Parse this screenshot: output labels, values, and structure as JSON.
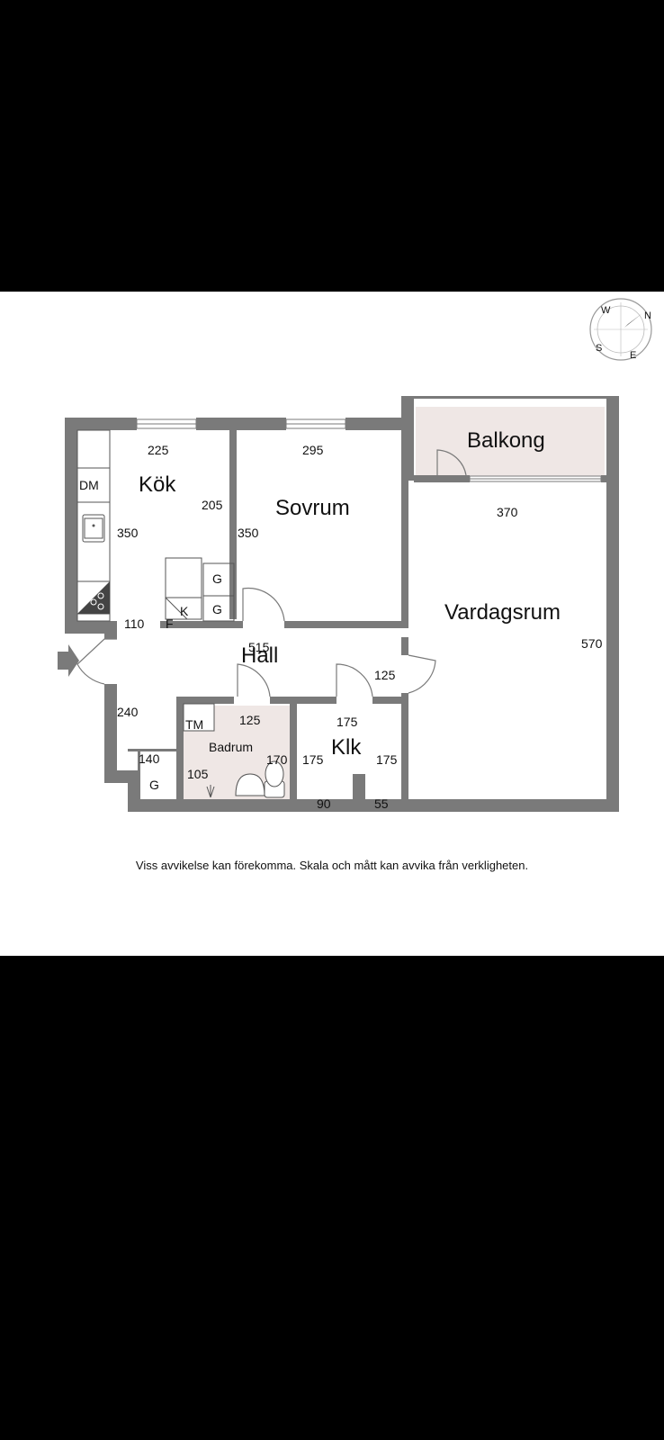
{
  "rooms": {
    "balkong": "Balkong",
    "kok": "Kök",
    "sovrum": "Sovrum",
    "vardagsrum": "Vardagsrum",
    "hall": "Hall",
    "badrum": "Badrum",
    "klk": "Klk"
  },
  "dimensions": {
    "kok_width": "225",
    "kok_depth": "350",
    "kok_side": "205",
    "kok_bottom": "110",
    "sovrum_width": "295",
    "sovrum_depth": "350",
    "vardagsrum_width": "370",
    "vardagsrum_depth": "570",
    "hall_width": "515",
    "hall_right": "125",
    "hall_left": "240",
    "wc_width": "140",
    "badrum_width": "125",
    "badrum_side": "170",
    "badrum_depth": "105",
    "klk_width": "175",
    "klk_left": "175",
    "klk_right": "175",
    "klk_bottom_left": "90",
    "klk_bottom_right": "55"
  },
  "fixtures": {
    "dm": "DM",
    "g1": "G",
    "g2": "G",
    "g3": "G",
    "k": "K",
    "f": "F",
    "tm": "TM"
  },
  "compass": {
    "n": "N",
    "e": "E",
    "s": "S",
    "w": "W"
  },
  "disclaimer": "Viss avvikelse kan förekomma. Skala och mått kan avvika från verkligheten.",
  "colors": {
    "wall": "#7a7a7a",
    "balkong_fill": "#efe7e5",
    "badrum_fill": "#efe7e5",
    "page": "#ffffff",
    "frame": "#000000"
  }
}
